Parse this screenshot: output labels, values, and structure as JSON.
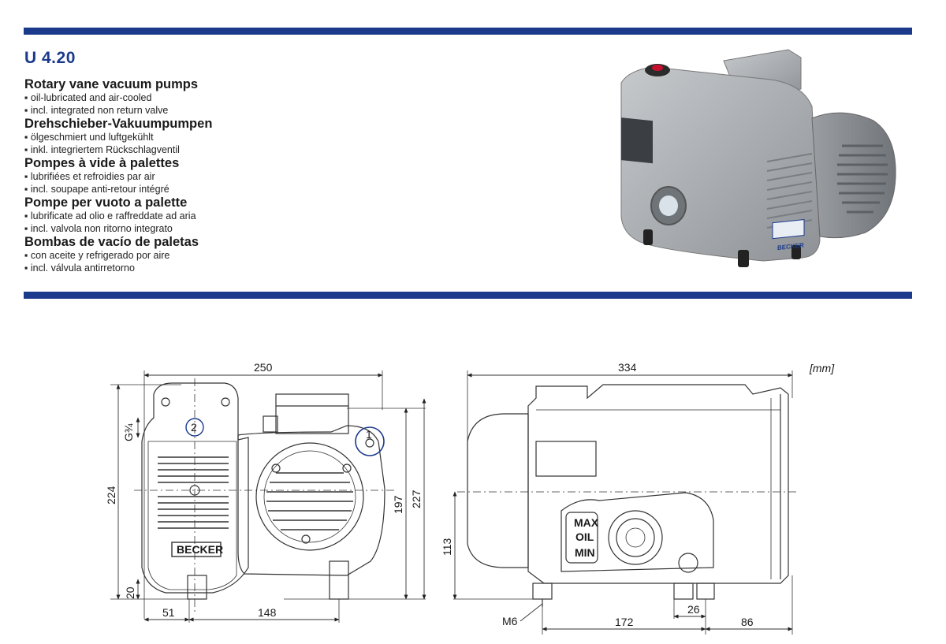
{
  "header": {
    "model": "U 4.20",
    "accent_color": "#1b3a8c"
  },
  "descriptions": [
    {
      "title": "Rotary vane vacuum pumps",
      "bullets": [
        "▪ oil-lubricated and air-cooled",
        "▪ incl. integrated non return valve"
      ]
    },
    {
      "title": "Drehschieber-Vakuumpumpen",
      "bullets": [
        "▪ ölgeschmiert und luftgekühlt",
        "▪ inkl. integriertem Rückschlagventil"
      ]
    },
    {
      "title": "Pompes à vide à palettes",
      "bullets": [
        "▪ lubrifiées et refroidies par air",
        "▪ incl. soupape anti-retour intégré"
      ]
    },
    {
      "title": "Pompe per vuoto a palette",
      "bullets": [
        "▪ lubrificate ad olio e raffreddate ad aria",
        "▪ incl. valvola non ritorno integrato"
      ]
    },
    {
      "title": "Bombas de vacío de paletas",
      "bullets": [
        "▪ con aceite y refrigerado por aire",
        "▪ incl. válvula antirretorno"
      ]
    }
  ],
  "photo": {
    "brand": "BECKER",
    "body_color": "#a9adb1"
  },
  "drawing_front": {
    "width": "250",
    "height_total": "224",
    "height_right": "227",
    "height_mid": "197",
    "thread": "G¾",
    "foot": "20",
    "offset_left": "51",
    "offset_mid": "148",
    "callout_2": "2",
    "callout_1": "1",
    "brand": "BECKER"
  },
  "drawing_side": {
    "length": "334",
    "unit": "[mm]",
    "axis_height": "113",
    "thread": "M6",
    "base": "172",
    "foot_width": "26",
    "rear": "86",
    "oil_max": "MAX",
    "oil_label": "OIL",
    "oil_min": "MIN"
  }
}
